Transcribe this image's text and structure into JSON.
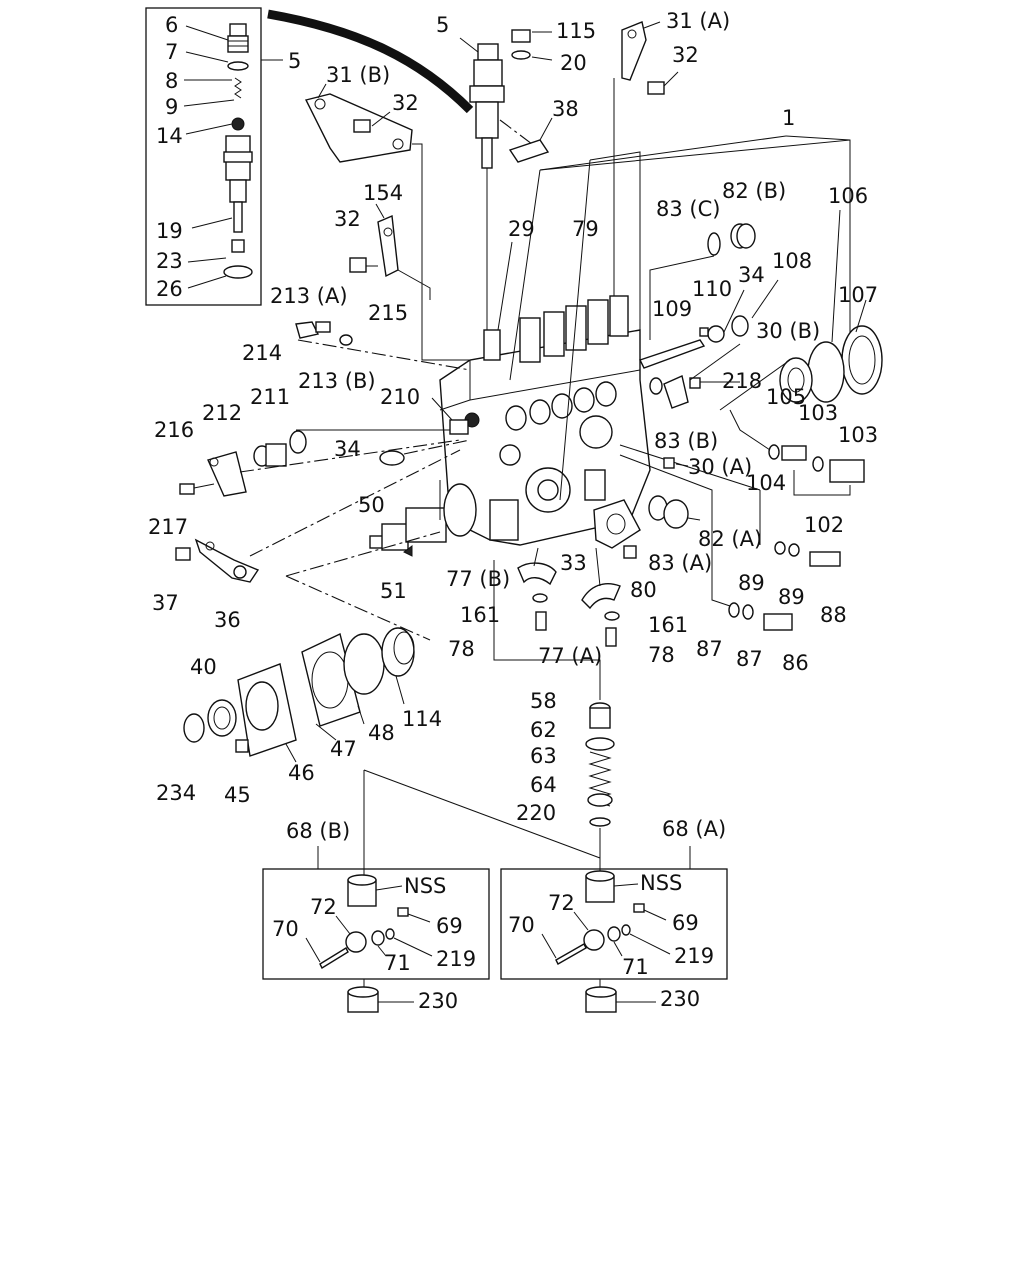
{
  "labels": {
    "l6": "6",
    "l7": "7",
    "l8": "8",
    "l9": "9",
    "l14": "14",
    "l19": "19",
    "l23": "23",
    "l26": "26",
    "l5a": "5",
    "l5b": "5",
    "l115": "115",
    "l20": "20",
    "l31a": "31 (A)",
    "l32a": "32",
    "l31b": "31 (B)",
    "l32b": "32",
    "l38": "38",
    "l1": "1",
    "l106": "106",
    "l29": "29",
    "l79": "79",
    "l83c": "83 (C)",
    "l82b": "82 (B)",
    "l154": "154",
    "l32c": "32",
    "l107": "107",
    "l108": "108",
    "l110": "110",
    "l34a": "34",
    "l109": "109",
    "l213a": "213 (A)",
    "l215": "215",
    "l214": "214",
    "l30b": "30 (B)",
    "l218": "218",
    "l213b": "213 (B)",
    "l210": "210",
    "l105": "105",
    "l103a": "103",
    "l103b": "103",
    "l216": "216",
    "l212": "212",
    "l211": "211",
    "l34b": "34",
    "l83b": "83 (B)",
    "l30a": "30 (A)",
    "l104": "104",
    "l217": "217",
    "l50": "50",
    "l102": "102",
    "l82a": "82 (A)",
    "l83a": "83 (A)",
    "l37": "37",
    "l33": "33",
    "l89a": "89",
    "l89b": "89",
    "l88": "88",
    "l51": "51",
    "l77b": "77 (B)",
    "l80": "80",
    "l36": "36",
    "l161a": "161",
    "l161b": "161",
    "l78a": "78",
    "l78b": "78",
    "l77a": "77 (A)",
    "l87a": "87",
    "l87b": "87",
    "l86": "86",
    "l40": "40",
    "l114": "114",
    "l47": "47",
    "l48": "48",
    "l46": "46",
    "l234": "234",
    "l45": "45",
    "l58": "58",
    "l62": "62",
    "l63": "63",
    "l64": "64",
    "l220": "220",
    "l68b": "68 (B)",
    "l68a": "68 (A)",
    "nssL": "NSS",
    "l72L": "72",
    "l69L": "69",
    "l70L": "70",
    "l71L": "71",
    "l219L": "219",
    "l230L": "230",
    "nssR": "NSS",
    "l72R": "72",
    "l69R": "69",
    "l70R": "70",
    "l71R": "71",
    "l219R": "219",
    "l230R": "230"
  }
}
